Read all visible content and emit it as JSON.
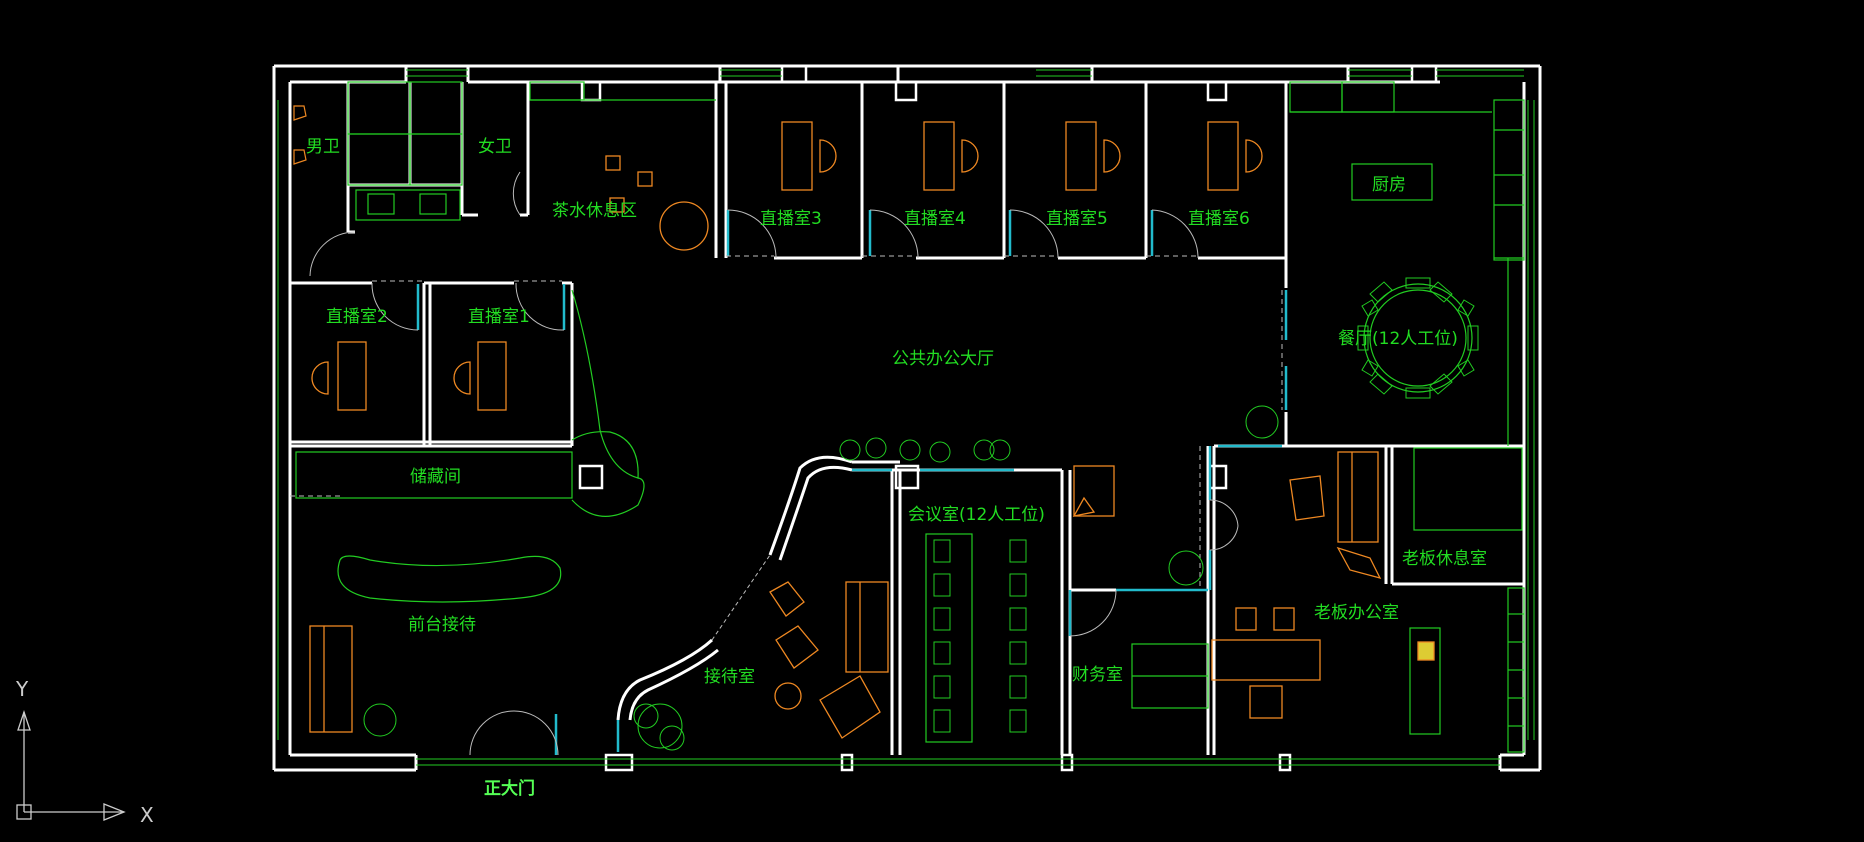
{
  "colors": {
    "background": "#000000",
    "wall": "#ffffff",
    "label": "#22dd22",
    "furniture": "#ee8822",
    "fixture": "#22cc22",
    "glass": "#22bbcc",
    "axis": "#cccccc",
    "entrance_label": "#55ff55"
  },
  "rooms": {
    "mens_wc": "男卫",
    "womens_wc": "女卫",
    "tea_area": "茶水休息区",
    "studio_1": "直播室1",
    "studio_2": "直播室2",
    "studio_3": "直播室3",
    "studio_4": "直播室4",
    "studio_5": "直播室5",
    "studio_6": "直播室6",
    "kitchen": "厨房",
    "dining": "餐厅(12人工位)",
    "hall": "公共办公大厅",
    "storage": "储藏间",
    "reception": "前台接待",
    "meeting": "会议室(12人工位)",
    "guest_room": "接待室",
    "finance": "财务室",
    "boss_rest": "老板休息室",
    "boss_office": "老板办公室",
    "main_door": "正大门"
  },
  "axis": {
    "x": "X",
    "y": "Y"
  }
}
